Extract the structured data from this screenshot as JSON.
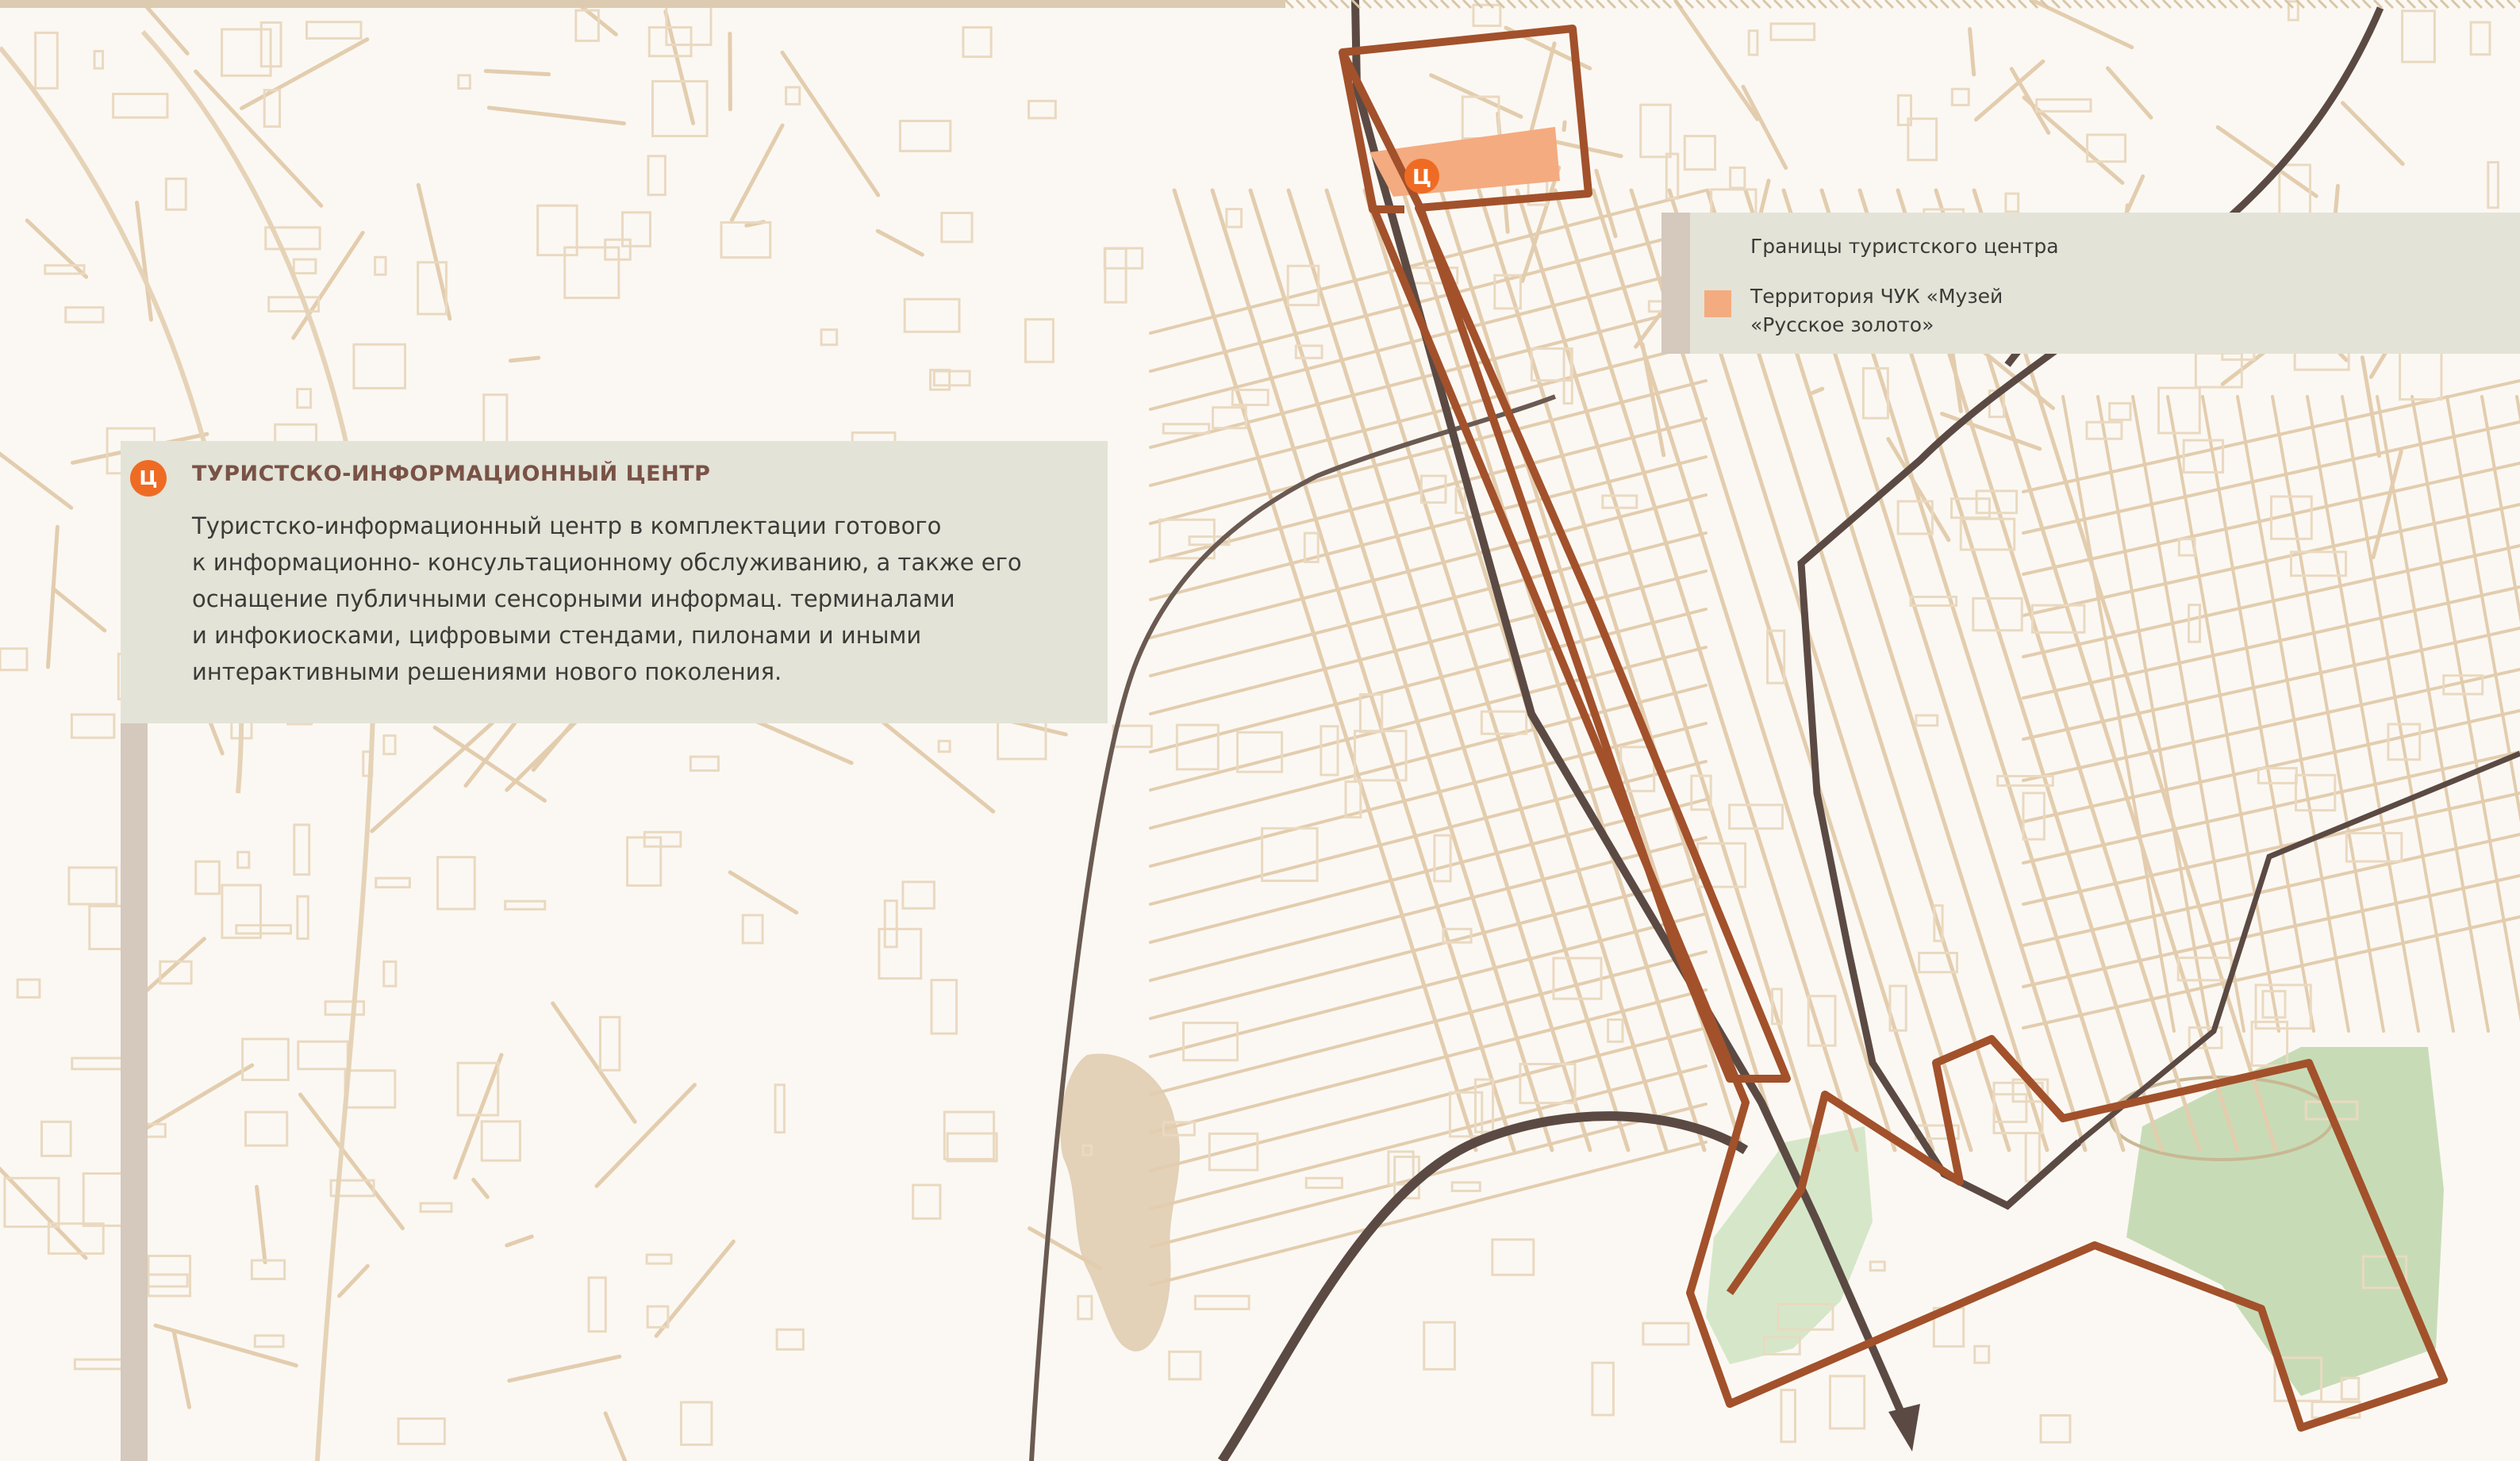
{
  "info_panel": {
    "icon_letter": "Ц",
    "title": "ТУРИСТСКО-ИНФОРМАЦИОННЫЙ ЦЕНТР",
    "lines": [
      "Туристско-информационный центр в комплектации готового",
      "к информационно- консультационному обслуживанию, а также его",
      "оснащение публичными сенсорными информац. терминалами",
      "и инфокиосками, цифровыми стендами, пилонами и иными",
      "интерактивными решениями нового поколения."
    ]
  },
  "legend": {
    "boundary_label": "Границы туристского центра",
    "territory_label_line1": "Территория ЧУК «Музей",
    "territory_label_line2": "«Русское золото»"
  },
  "map": {
    "marker_letter": "Ц"
  },
  "colors": {
    "boundary": "#a2512b",
    "route": "#5b4a43",
    "territory": "#f4ab7f",
    "marker": "#ef6b24",
    "streets": "#e3cdae",
    "park": "#d6e7c9",
    "panel": "#e3e3d7",
    "panel_bar": "#d5c8bc"
  }
}
